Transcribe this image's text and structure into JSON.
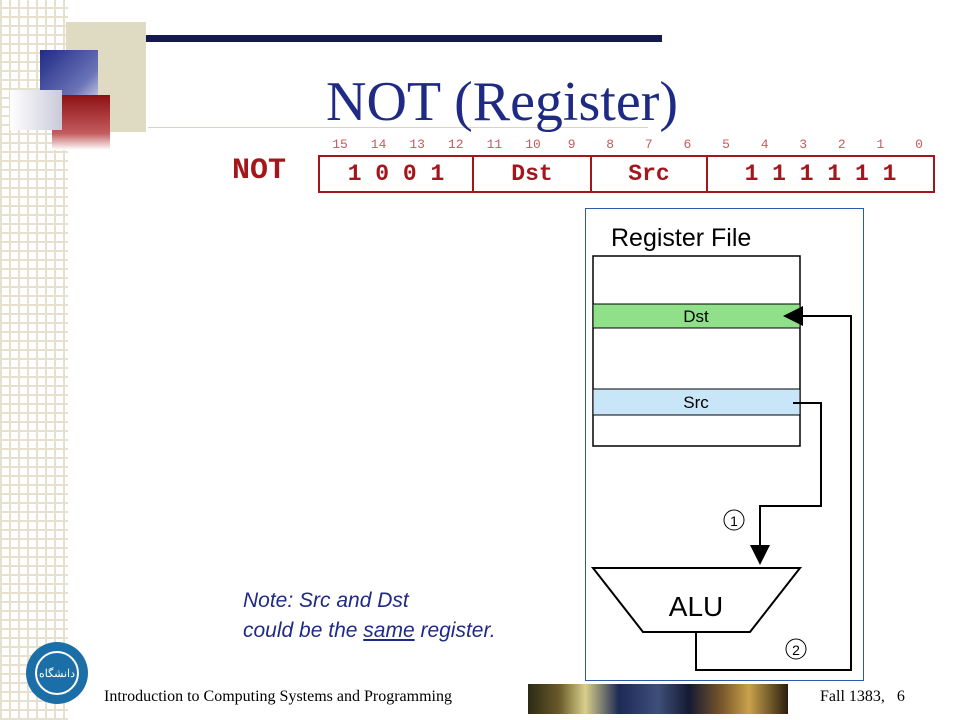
{
  "slide": {
    "title": "NOT (Register)",
    "note_line1": "Note: Src and Dst",
    "note_line2_pre": "could be the ",
    "note_line2_emph": "same",
    "note_line2_post": " register."
  },
  "instruction": {
    "opname": "NOT",
    "bit_indices": [
      "15",
      "14",
      "13",
      "12",
      "11",
      "10",
      "9",
      "8",
      "7",
      "6",
      "5",
      "4",
      "3",
      "2",
      "1",
      "0"
    ],
    "fields": [
      {
        "name": "opcode",
        "label": "1 0 0 1"
      },
      {
        "name": "dst",
        "label": "Dst"
      },
      {
        "name": "src",
        "label": "Src"
      },
      {
        "name": "tail",
        "label": "1 1 1 1 1 1"
      }
    ]
  },
  "diagram": {
    "register_file_title": "Register File",
    "dst_label": "Dst",
    "src_label": "Src",
    "alu_label": "ALU",
    "step1": "1",
    "step2": "2",
    "colors": {
      "dst_fill": "#90e08a",
      "src_fill": "#c9e6f8",
      "instr_red": "#a3161b",
      "title_blue": "#1f2a84"
    }
  },
  "footer": {
    "course": "Introduction to Computing Systems and Programming",
    "term": "Fall 1383,",
    "page": "6",
    "logo_text": "دانشگاه"
  }
}
